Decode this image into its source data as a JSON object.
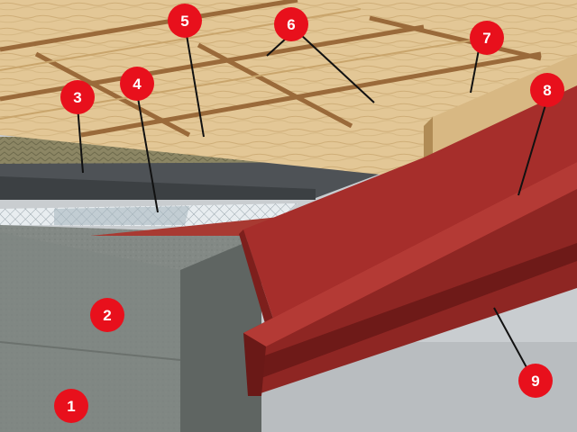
{
  "diagram": {
    "colors": {
      "badge": "#e8101c",
      "badge_text": "#ffffff",
      "leader": "#111111",
      "wood": "#e3c796",
      "wood_edge": "#c9a56c",
      "concrete": "#7e8580",
      "concrete_top": "#a4aaa5",
      "membrane": "#4e5256",
      "metal": "#a62e2b",
      "metal_dark": "#7d1f1c",
      "mineral_wool": "#8c8664"
    },
    "callouts": [
      {
        "id": "1",
        "label": "1",
        "part": "concrete-slab"
      },
      {
        "id": "2",
        "label": "2",
        "part": "concrete-screed"
      },
      {
        "id": "3",
        "label": "3",
        "part": "waterproofing-membrane"
      },
      {
        "id": "4",
        "label": "4",
        "part": "reinforcing-mesh"
      },
      {
        "id": "5",
        "label": "5",
        "part": "mineral-wool-layer"
      },
      {
        "id": "6",
        "label": "6",
        "part": "battens"
      },
      {
        "id": "7",
        "label": "7",
        "part": "osb-sheathing"
      },
      {
        "id": "8",
        "label": "8",
        "part": "eaves-drip-flashing"
      },
      {
        "id": "9",
        "label": "9",
        "part": "gutter"
      }
    ]
  }
}
